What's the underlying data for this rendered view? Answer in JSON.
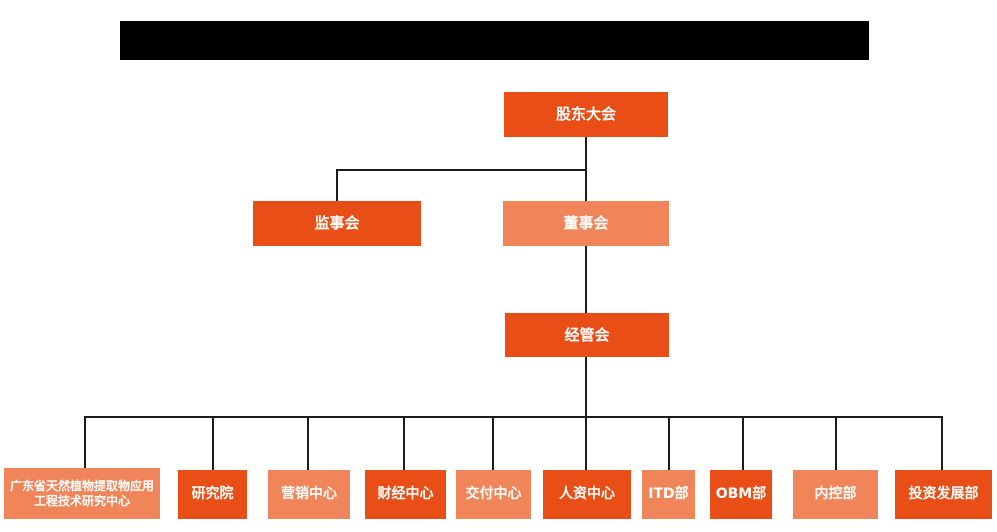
{
  "colors": {
    "dark_orange": "#e84e15",
    "light_orange": "#ef8558",
    "connector_line": "#1c1c1c",
    "redaction_black": "#000000"
  },
  "chart_data": {
    "type": "org-tree",
    "title": "(redacted black bar)",
    "levels": {
      "level1": {
        "label": "股东大会",
        "variant": "dark"
      },
      "level2": [
        {
          "label": "监事会",
          "variant": "dark"
        },
        {
          "label": "董事会",
          "variant": "light"
        }
      ],
      "level3": {
        "label": "经管会",
        "variant": "dark"
      },
      "level4": [
        {
          "label": "广东省天然植物提取物应用工程技术研究中心",
          "variant": "light"
        },
        {
          "label": "研究院",
          "variant": "dark"
        },
        {
          "label": "营销中心",
          "variant": "light"
        },
        {
          "label": "财经中心",
          "variant": "dark"
        },
        {
          "label": "交付中心",
          "variant": "light"
        },
        {
          "label": "人资中心",
          "variant": "dark"
        },
        {
          "label": "ITD部",
          "variant": "light"
        },
        {
          "label": "OBM部",
          "variant": "dark"
        },
        {
          "label": "内控部",
          "variant": "light"
        },
        {
          "label": "投资发展部",
          "variant": "dark"
        }
      ]
    },
    "edges": [
      [
        "股东大会",
        "监事会"
      ],
      [
        "股东大会",
        "董事会"
      ],
      [
        "董事会",
        "经管会"
      ],
      [
        "经管会",
        "广东省天然植物提取物应用工程技术研究中心"
      ],
      [
        "经管会",
        "研究院"
      ],
      [
        "经管会",
        "营销中心"
      ],
      [
        "经管会",
        "财经中心"
      ],
      [
        "经管会",
        "交付中心"
      ],
      [
        "经管会",
        "人资中心"
      ],
      [
        "经管会",
        "ITD部"
      ],
      [
        "经管会",
        "OBM部"
      ],
      [
        "经管会",
        "内控部"
      ],
      [
        "经管会",
        "投资发展部"
      ]
    ]
  }
}
